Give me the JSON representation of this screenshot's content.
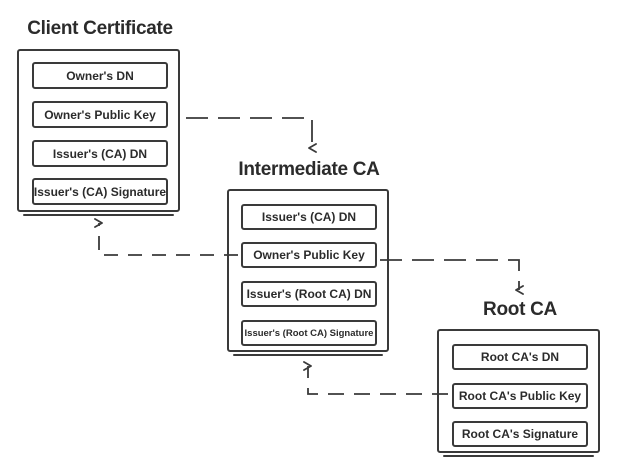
{
  "certificates": {
    "client": {
      "title": "Client Certificate",
      "fields": [
        "Owner's DN",
        "Owner's Public Key",
        "Issuer's (CA) DN",
        "Issuer's (CA) Signature"
      ]
    },
    "intermediate": {
      "title": "Intermediate CA",
      "fields": [
        "Issuer's (CA) DN",
        "Owner's Public Key",
        "Issuer's (Root CA) DN",
        "Issuer's (Root CA) Signature"
      ]
    },
    "root": {
      "title": "Root CA",
      "fields": [
        "Root CA's DN",
        "Root CA's Public Key",
        "Root CA's Signature"
      ]
    }
  },
  "colors": {
    "stroke": "#3a3a3a",
    "text": "#2b2b2b",
    "background": "#ffffff"
  }
}
